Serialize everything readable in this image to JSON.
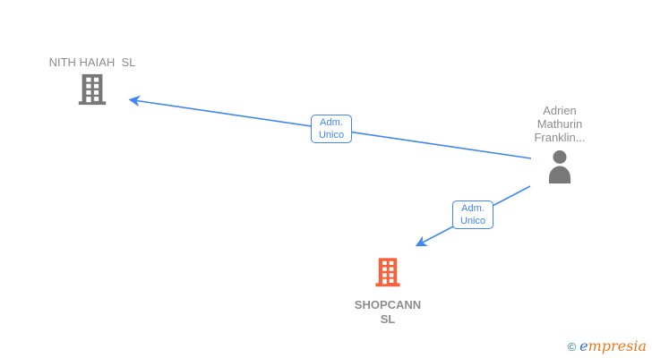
{
  "colors": {
    "edge_blue": "#4285f4",
    "label_gray": "#8d8d8d",
    "icon_gray": "#787878",
    "highlight_orange": "#f5623b",
    "wm_teal": "#2e7e93",
    "wm_blue": "#3a6fc4",
    "wm_orange": "#e8791f",
    "bg": "#ffffff"
  },
  "graph": {
    "nodes": [
      {
        "id": "nith-haiah",
        "type": "company",
        "label": "NITH HAIAH  SL"
      },
      {
        "id": "adrien-mathurin",
        "type": "person",
        "label": "Adrien\nMathurin\nFranklin..."
      },
      {
        "id": "shopcann",
        "type": "company-highlighted",
        "label": "SHOPCANN\nSL"
      }
    ],
    "edges": [
      {
        "from": "adrien-mathurin",
        "to": "nith-haiah",
        "label": "Adm.\nUnico"
      },
      {
        "from": "adrien-mathurin",
        "to": "shopcann",
        "label": "Adm.\nUnico"
      }
    ]
  },
  "watermark": {
    "copyright": "©",
    "brand_initial": "e",
    "brand_rest": "mpresia"
  }
}
